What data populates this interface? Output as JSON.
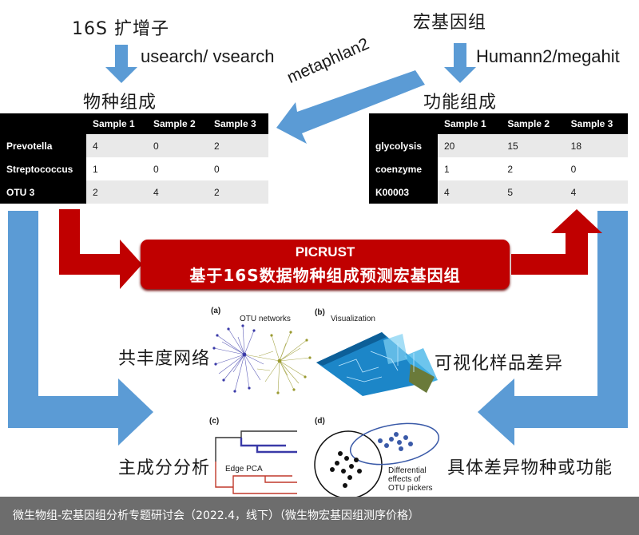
{
  "top": {
    "amplicon": "16S 扩增子",
    "metagenome": "宏基因组",
    "usearch": "usearch/ vsearch",
    "metaphlan": "metaphlan2",
    "humann": "Humann2/megahit",
    "species_title": "物种组成",
    "function_title": "功能组成"
  },
  "species_table": {
    "headers": [
      "Sample 1",
      "Sample 2",
      "Sample 3"
    ],
    "rows": [
      {
        "name": "Prevotella",
        "values": [
          "4",
          "0",
          "2"
        ]
      },
      {
        "name": "Streptococcus",
        "values": [
          "1",
          "0",
          "0"
        ]
      },
      {
        "name": "OTU 3",
        "values": [
          "2",
          "4",
          "2"
        ]
      }
    ]
  },
  "function_table": {
    "headers": [
      "Sample 1",
      "Sample 2",
      "Sample 3"
    ],
    "rows": [
      {
        "name": "glycolysis",
        "values": [
          "20",
          "15",
          "18"
        ]
      },
      {
        "name": "coenzyme",
        "values": [
          "1",
          "2",
          "0"
        ]
      },
      {
        "name": "K00003",
        "values": [
          "4",
          "5",
          "4"
        ]
      }
    ]
  },
  "picrust": {
    "title": "PICRUST",
    "subtitle": "基于16S数据物种组成预测宏基因组"
  },
  "analyses": {
    "network": "共丰度网络",
    "visualization": "可视化样品差异",
    "pca": "主成分分析",
    "diff": "具体差异物种或功能"
  },
  "panels": {
    "a_label": "(a)",
    "a_title": "OTU networks",
    "b_label": "(b)",
    "b_title": "Visualization",
    "c_label": "(c)",
    "c_title": "Edge PCA",
    "d_label": "(d)",
    "d_line1": "Differential",
    "d_line2": "effects of",
    "d_line3": "OTU pickers"
  },
  "caption": "微生物组-宏基因组分析专题研讨会（2022.4，线下）（微生物宏基因组测序价格）",
  "colors": {
    "blue_arrow": "#5b9bd5",
    "red": "#c00000",
    "caption_bg": "#6d6d6d"
  }
}
